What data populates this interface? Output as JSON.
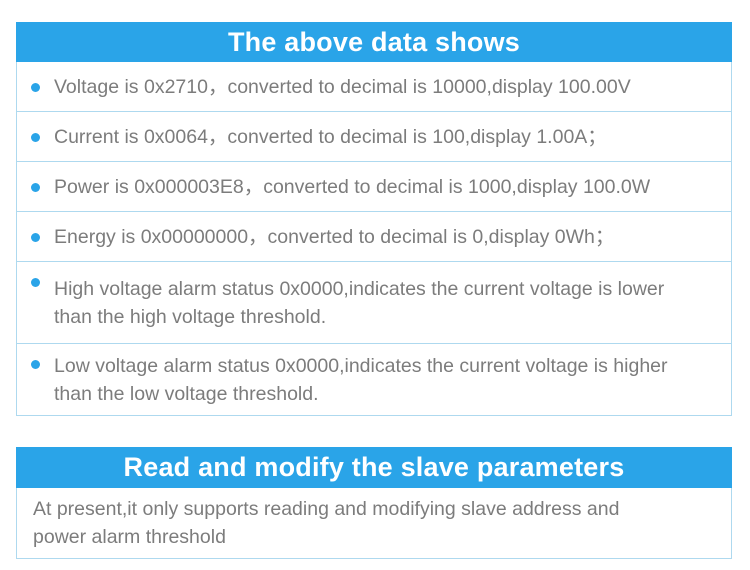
{
  "theme": {
    "accent_blue": "#2aa4e8",
    "border_blue": "#aed9ef",
    "body_text_gray": "#7c7c7c",
    "header_text": "#ffffff",
    "page_background": "#ffffff"
  },
  "sections": [
    {
      "id": "data-shows",
      "title": "The above data shows",
      "items": [
        {
          "id": "voltage",
          "text": "Voltage is 0x2710，converted to decimal is 10000,display 100.00V",
          "lines": 1
        },
        {
          "id": "current",
          "text": "Current is 0x0064，converted to decimal is 100,display 1.00A；",
          "lines": 1
        },
        {
          "id": "power",
          "text": "Power is 0x000003E8，converted to decimal is 1000,display 100.0W",
          "lines": 1
        },
        {
          "id": "energy",
          "text": "Energy is 0x00000000，converted to decimal is 0,display 0Wh；",
          "lines": 1
        },
        {
          "id": "high-voltage-alarm",
          "text": "High voltage alarm status 0x0000,indicates the current voltage is lower\n than the high voltage threshold.",
          "lines": 2
        },
        {
          "id": "low-voltage-alarm",
          "text": "Low voltage alarm status 0x0000,indicates the current voltage is higher\nthan the low voltage threshold.",
          "lines": 2
        }
      ]
    },
    {
      "id": "slave-params",
      "title": "Read and modify the slave parameters",
      "note": "At present,it only supports reading and modifying slave address and\n power alarm threshold"
    }
  ]
}
